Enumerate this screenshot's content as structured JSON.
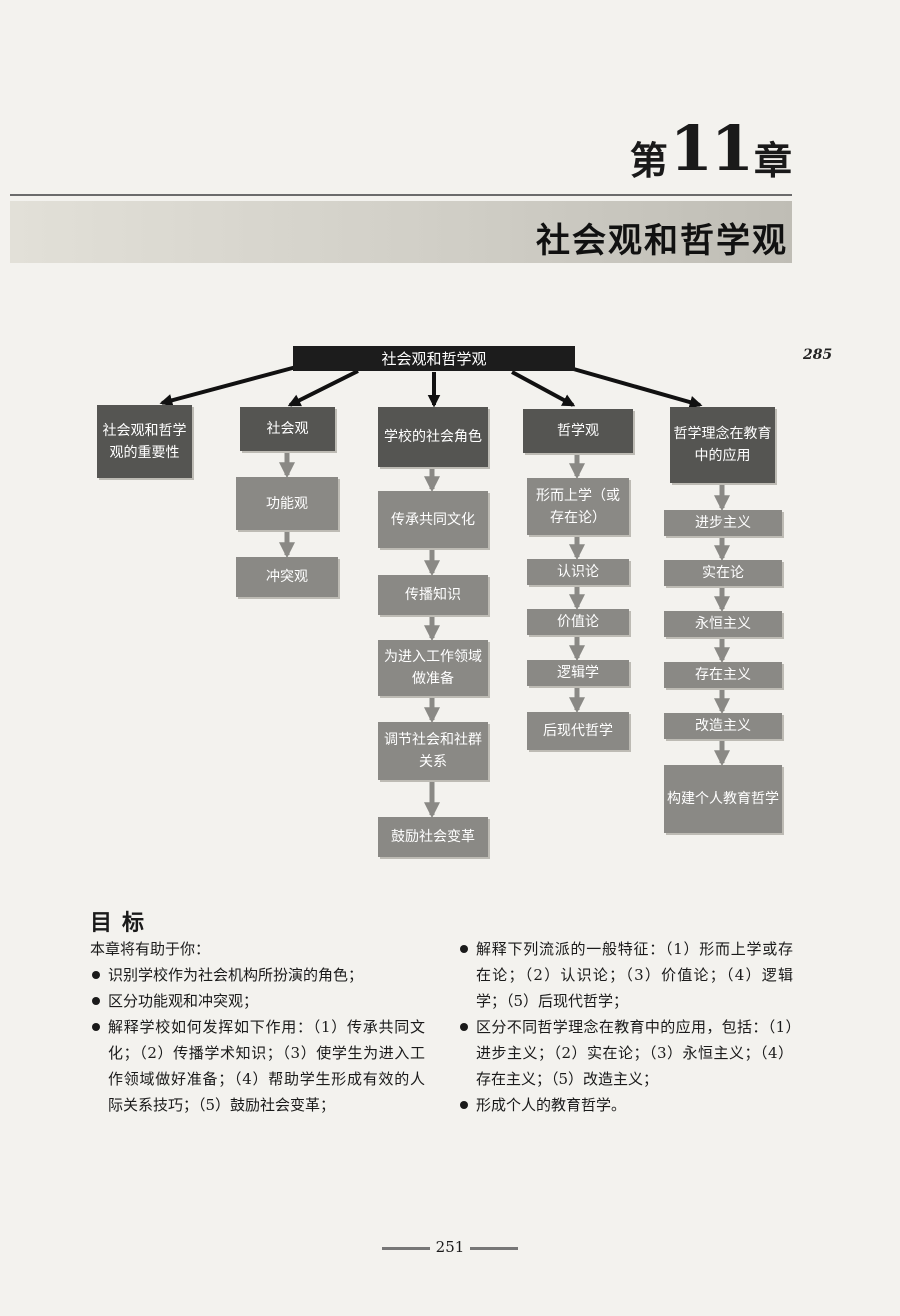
{
  "chapter": {
    "prefix": "第",
    "number": "11",
    "suffix": "章",
    "title": "社会观和哲学观"
  },
  "side_page_number": "285",
  "diagram": {
    "root": "社会观和哲学观",
    "branches": [
      {
        "head": "社会观和哲学观的重要性",
        "items": []
      },
      {
        "head": "社会观",
        "items": [
          "功能观",
          "冲突观"
        ]
      },
      {
        "head": "学校的社会角色",
        "items": [
          "传承共同文化",
          "传播知识",
          "为进入工作领域做准备",
          "调节社会和社群关系",
          "鼓励社会变革"
        ]
      },
      {
        "head": "哲学观",
        "items": [
          "形而上学（或存在论）",
          "认识论",
          "价值论",
          "逻辑学",
          "后现代哲学"
        ]
      },
      {
        "head": "哲学理念在教育中的应用",
        "items": [
          "进步主义",
          "实在论",
          "永恒主义",
          "存在主义",
          "改造主义",
          "构建个人教育哲学"
        ]
      }
    ]
  },
  "goals": {
    "heading": "目标",
    "intro": "本章将有助于你：",
    "left": [
      "识别学校作为社会机构所扮演的角色；",
      "区分功能观和冲突观；",
      "解释学校如何发挥如下作用：（1）传承共同文化；（2）传播学术知识；（3）使学生为进入工作领域做好准备；（4）帮助学生形成有效的人际关系技巧；（5）鼓励社会变革；"
    ],
    "right": [
      "解释下列流派的一般特征：（1）形而上学或存在论；（2）认识论；（3）价值论；（4）逻辑学；（5）后现代哲学；",
      "区分不同哲学理念在教育中的应用，包括：（1）进步主义；（2）实在论；（3）永恒主义；（4）存在主义；（5）改造主义；",
      "形成个人的教育哲学。"
    ]
  },
  "page_number": "251"
}
